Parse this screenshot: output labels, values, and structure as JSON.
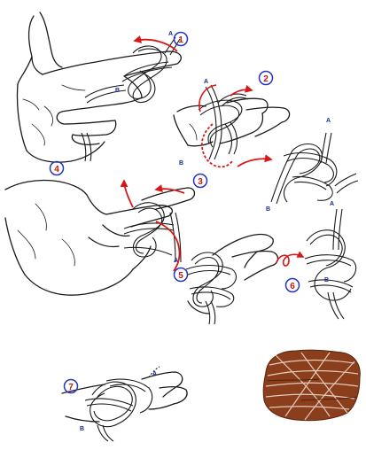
{
  "steps": [
    "1",
    "2",
    "3",
    "4",
    "5",
    "6",
    "7"
  ],
  "end_labels": {
    "a": "A",
    "b": "B"
  },
  "colors": {
    "ink": "#1a1a1a",
    "arrow": "#d81818",
    "step_circle": "#2535b8",
    "step_text": "#c41515",
    "label": "#1a2a9c",
    "finished_knot": "#7a3418"
  },
  "icons": [
    "hand",
    "rope",
    "curved-arrow",
    "finished-turks-head-knot"
  ]
}
